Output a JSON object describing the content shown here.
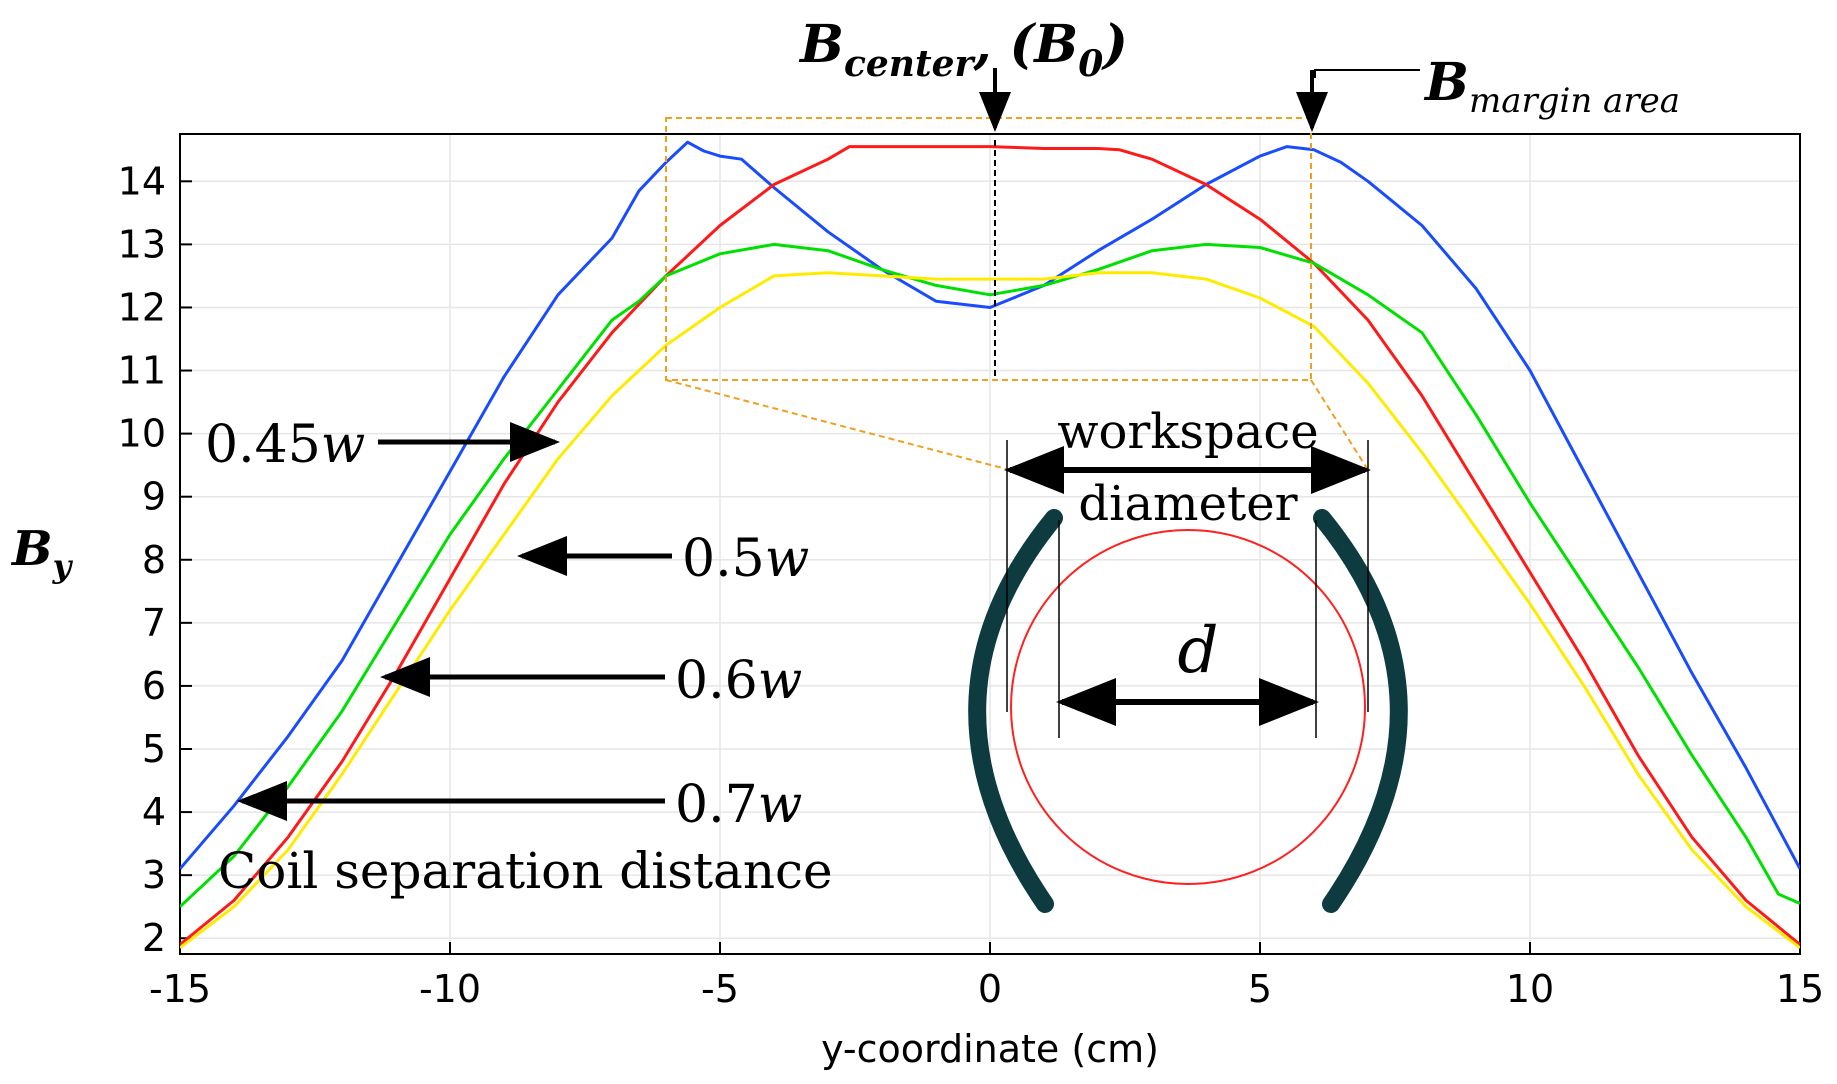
{
  "chart_data": {
    "type": "line",
    "xlabel": "y-coordinate (cm)",
    "ylabel": {
      "main": "B",
      "sub": "y"
    },
    "xlim": [
      -15,
      15
    ],
    "ylim": [
      1.75,
      14.75
    ],
    "xticks": [
      "-15",
      "-10",
      "-5",
      "0",
      "5",
      "10",
      "15"
    ],
    "yticks": [
      "2",
      "3",
      "4",
      "5",
      "6",
      "7",
      "8",
      "9",
      "10",
      "11",
      "12",
      "13",
      "14"
    ],
    "grid": true,
    "series": [
      {
        "name": "0.45w",
        "color": "#1a4cff",
        "points": [
          [
            -15,
            3.1
          ],
          [
            -14,
            4.1
          ],
          [
            -13,
            5.2
          ],
          [
            -12,
            6.4
          ],
          [
            -11,
            7.9
          ],
          [
            -10,
            9.4
          ],
          [
            -9,
            10.9
          ],
          [
            -8,
            12.2
          ],
          [
            -7,
            13.1
          ],
          [
            -6.5,
            13.85
          ],
          [
            -6,
            14.3
          ],
          [
            -5.6,
            14.62
          ],
          [
            -5.3,
            14.48
          ],
          [
            -5,
            14.4
          ],
          [
            -4.6,
            14.35
          ],
          [
            -4,
            13.9
          ],
          [
            -3,
            13.2
          ],
          [
            -2,
            12.6
          ],
          [
            -1,
            12.1
          ],
          [
            0,
            12.0
          ],
          [
            1,
            12.35
          ],
          [
            2,
            12.9
          ],
          [
            3,
            13.4
          ],
          [
            4,
            13.95
          ],
          [
            5,
            14.4
          ],
          [
            5.5,
            14.55
          ],
          [
            6,
            14.5
          ],
          [
            6.5,
            14.3
          ],
          [
            7,
            14.0
          ],
          [
            8,
            13.3
          ],
          [
            9,
            12.3
          ],
          [
            10,
            11.0
          ],
          [
            11,
            9.4
          ],
          [
            12,
            7.8
          ],
          [
            13,
            6.2
          ],
          [
            14,
            4.7
          ],
          [
            15,
            3.1
          ]
        ]
      },
      {
        "name": "0.5w",
        "color": "#ff1a1a",
        "points": [
          [
            -15,
            1.9
          ],
          [
            -14,
            2.6
          ],
          [
            -13,
            3.6
          ],
          [
            -12,
            4.8
          ],
          [
            -11,
            6.2
          ],
          [
            -10,
            7.7
          ],
          [
            -9,
            9.2
          ],
          [
            -8,
            10.5
          ],
          [
            -7,
            11.6
          ],
          [
            -6,
            12.5
          ],
          [
            -5,
            13.3
          ],
          [
            -4,
            13.95
          ],
          [
            -3,
            14.35
          ],
          [
            -2.6,
            14.55
          ],
          [
            -2,
            14.55
          ],
          [
            -1,
            14.55
          ],
          [
            0,
            14.55
          ],
          [
            1,
            14.52
          ],
          [
            2,
            14.52
          ],
          [
            2.4,
            14.5
          ],
          [
            3,
            14.35
          ],
          [
            4,
            13.95
          ],
          [
            5,
            13.4
          ],
          [
            6,
            12.7
          ],
          [
            7,
            11.8
          ],
          [
            8,
            10.6
          ],
          [
            9,
            9.2
          ],
          [
            10,
            7.8
          ],
          [
            11,
            6.4
          ],
          [
            12,
            4.9
          ],
          [
            13,
            3.6
          ],
          [
            14,
            2.6
          ],
          [
            15,
            1.9
          ]
        ]
      },
      {
        "name": "0.6w",
        "color": "#00e000",
        "points": [
          [
            -15,
            2.5
          ],
          [
            -14,
            3.3
          ],
          [
            -13,
            4.4
          ],
          [
            -12,
            5.6
          ],
          [
            -11,
            7.0
          ],
          [
            -10,
            8.4
          ],
          [
            -9,
            9.6
          ],
          [
            -8,
            10.7
          ],
          [
            -7,
            11.8
          ],
          [
            -6.5,
            12.1
          ],
          [
            -6,
            12.5
          ],
          [
            -5,
            12.85
          ],
          [
            -4,
            13.0
          ],
          [
            -3,
            12.9
          ],
          [
            -2,
            12.6
          ],
          [
            -1,
            12.35
          ],
          [
            0,
            12.2
          ],
          [
            1,
            12.35
          ],
          [
            2,
            12.6
          ],
          [
            3,
            12.9
          ],
          [
            4,
            13.0
          ],
          [
            5,
            12.95
          ],
          [
            6,
            12.7
          ],
          [
            6.5,
            12.45
          ],
          [
            7,
            12.2
          ],
          [
            8,
            11.6
          ],
          [
            9,
            10.3
          ],
          [
            10,
            8.9
          ],
          [
            11,
            7.6
          ],
          [
            12,
            6.3
          ],
          [
            13,
            4.9
          ],
          [
            14,
            3.6
          ],
          [
            14.6,
            2.7
          ],
          [
            15,
            2.55
          ]
        ]
      },
      {
        "name": "0.7w",
        "color": "#ffeb00",
        "points": [
          [
            -15,
            1.85
          ],
          [
            -14,
            2.5
          ],
          [
            -13,
            3.4
          ],
          [
            -12,
            4.6
          ],
          [
            -11,
            5.9
          ],
          [
            -10,
            7.2
          ],
          [
            -9,
            8.4
          ],
          [
            -8,
            9.6
          ],
          [
            -7,
            10.6
          ],
          [
            -6,
            11.4
          ],
          [
            -5,
            12.0
          ],
          [
            -4,
            12.5
          ],
          [
            -3,
            12.55
          ],
          [
            -2,
            12.5
          ],
          [
            -1,
            12.45
          ],
          [
            0,
            12.45
          ],
          [
            1,
            12.45
          ],
          [
            2,
            12.55
          ],
          [
            3,
            12.55
          ],
          [
            4,
            12.45
          ],
          [
            5,
            12.15
          ],
          [
            6,
            11.7
          ],
          [
            7,
            10.8
          ],
          [
            8,
            9.7
          ],
          [
            9,
            8.5
          ],
          [
            10,
            7.3
          ],
          [
            11,
            6.0
          ],
          [
            12,
            4.6
          ],
          [
            13,
            3.4
          ],
          [
            14,
            2.5
          ],
          [
            15,
            1.85
          ]
        ]
      }
    ]
  },
  "annotations": {
    "b_center": {
      "main": "B",
      "sub": "center",
      "after": ", (B",
      "sub0": "0",
      "close": ")"
    },
    "b_margin": {
      "main": "B",
      "sub": "margin area"
    },
    "coil_separation": "Coil separation distance",
    "labels": [
      {
        "value": "0.45",
        "var": "w",
        "series": "0.45w"
      },
      {
        "value": "0.5",
        "var": "w",
        "series": "0.5w"
      },
      {
        "value": "0.6",
        "var": "w",
        "series": "0.6w"
      },
      {
        "value": "0.7",
        "var": "w",
        "series": "0.7w"
      }
    ],
    "workspace_line1": "workspace",
    "workspace_line2": "diameter",
    "d_label": "d"
  },
  "colors": {
    "zoom_box": "#f0a020",
    "coil": "#0d3b40",
    "circle": "#ff2020"
  }
}
